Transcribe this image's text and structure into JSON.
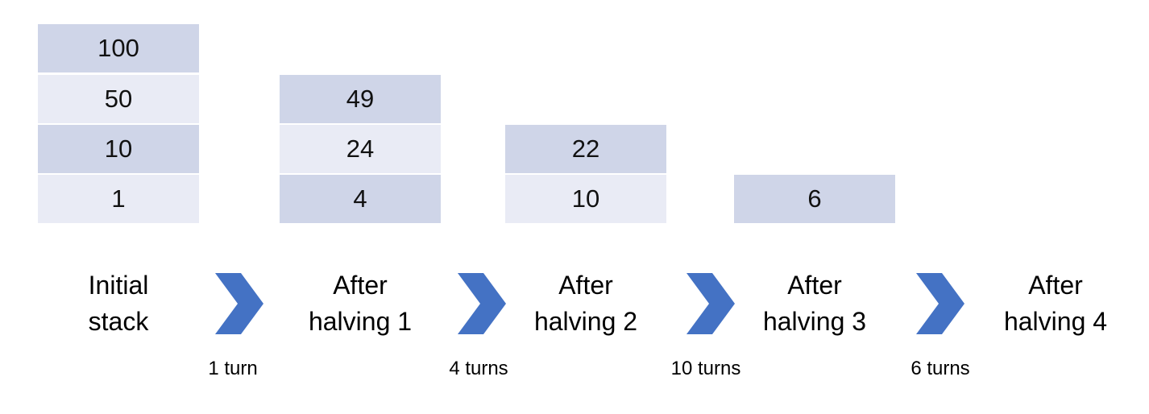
{
  "colors": {
    "cell_dark": "#cfd5e8",
    "cell_light": "#e9ebf5",
    "arrow": "#4472c4"
  },
  "stacks": [
    {
      "label_line1": "Initial",
      "label_line2": "stack",
      "values": [
        "100",
        "50",
        "10",
        "1"
      ]
    },
    {
      "label_line1": "After",
      "label_line2": "halving 1",
      "values": [
        "49",
        "24",
        "4"
      ]
    },
    {
      "label_line1": "After",
      "label_line2": "halving 2",
      "values": [
        "22",
        "10"
      ]
    },
    {
      "label_line1": "After",
      "label_line2": "halving 3",
      "values": [
        "6"
      ]
    },
    {
      "label_line1": "After",
      "label_line2": "halving 4",
      "values": []
    }
  ],
  "transitions": [
    {
      "arrow_icon": "chevron-right-icon",
      "turns_label": "1 turn"
    },
    {
      "arrow_icon": "chevron-right-icon",
      "turns_label": "4 turns"
    },
    {
      "arrow_icon": "chevron-right-icon",
      "turns_label": "10 turns"
    },
    {
      "arrow_icon": "chevron-right-icon",
      "turns_label": "6 turns"
    }
  ]
}
